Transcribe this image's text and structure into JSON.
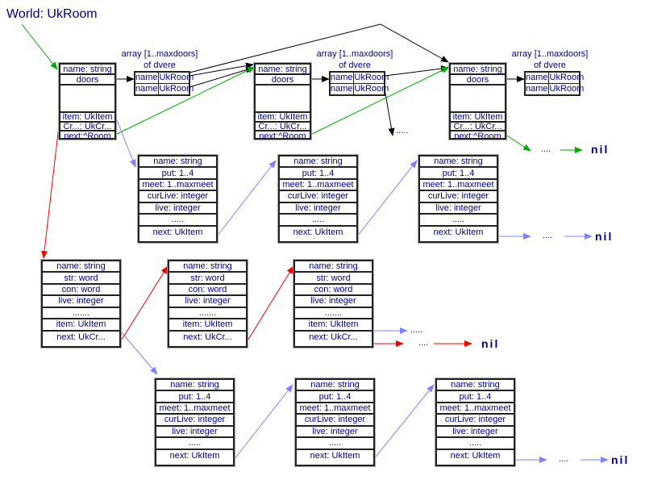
{
  "title": "World: UkRoom",
  "colors": {
    "text": "#000080",
    "room_link": "#00aa00",
    "door_link": "#000000",
    "creature_link": "#ee0000",
    "item_link": "#8080ff"
  },
  "array_caption": [
    "array [1..maxdoors]",
    "of dvere"
  ],
  "rooms": [
    {
      "fields": [
        "name: string",
        "doors",
        "",
        "item: UkItem",
        "Cr...: UkCr...",
        "next:^Room"
      ]
    },
    {
      "fields": [
        "name: string",
        "doors",
        "",
        "item: UkItem",
        "Cr...: UkCr...",
        "next:^Room"
      ]
    },
    {
      "fields": [
        "name: string",
        "doors",
        "",
        "item: UkItem",
        "Cr...: UkCr...",
        "next:^Room"
      ]
    }
  ],
  "door_arrays": [
    {
      "rows": [
        [
          "name",
          "UkRoom"
        ],
        [
          "name",
          "UkRoom"
        ]
      ]
    },
    {
      "rows": [
        [
          "name",
          "UkRoom"
        ],
        [
          "name",
          "UkRoom"
        ]
      ]
    },
    {
      "rows": [
        [
          "name",
          "UkRoom"
        ],
        [
          "name",
          "UkRoom"
        ]
      ]
    }
  ],
  "items_row1": [
    {
      "fields": [
        "name: string",
        "put: 1..4",
        "meet: 1..maxmeet",
        "curLive: integer",
        "live: integer",
        ".....",
        "next: UkItem"
      ]
    },
    {
      "fields": [
        "name: string",
        "put: 1..4",
        "meet: 1..maxmeet",
        "curLive: integer",
        "live: integer",
        ".....",
        "next: UkItem"
      ]
    },
    {
      "fields": [
        "name: string",
        "put: 1..4",
        "meet: 1..maxmeet",
        "curLive: integer",
        "live: integer",
        ".....",
        "next: UkItem"
      ]
    }
  ],
  "creatures": [
    {
      "fields": [
        "name: string",
        "str: word",
        "con: word",
        "live: integer",
        ".......",
        "item: UkItem",
        "next: UkCr..."
      ]
    },
    {
      "fields": [
        "name: string",
        "str: word",
        "con: word",
        "live: integer",
        ".......",
        "item: UkItem",
        "next: UkCr..."
      ]
    },
    {
      "fields": [
        "name: string",
        "str: word",
        "con: word",
        "live: integer",
        ".......",
        "item: UkItem",
        "next: UkCr..."
      ]
    }
  ],
  "items_row2": [
    {
      "fields": [
        "name: string",
        "put: 1..4",
        "meet: 1..maxmeet",
        "curLive: integer",
        "live: integer",
        ".....",
        "next: UkItem"
      ]
    },
    {
      "fields": [
        "name: string",
        "put: 1..4",
        "meet: 1..maxmeet",
        "curLive: integer",
        "live: integer",
        ".....",
        "next: UkItem"
      ]
    },
    {
      "fields": [
        "name: string",
        "put: 1..4",
        "meet: 1..maxmeet",
        "curLive: integer",
        "live: integer",
        ".....",
        "next: UkItem"
      ]
    }
  ],
  "continuation": "....",
  "continuation_long": ".....",
  "nil": "nil"
}
